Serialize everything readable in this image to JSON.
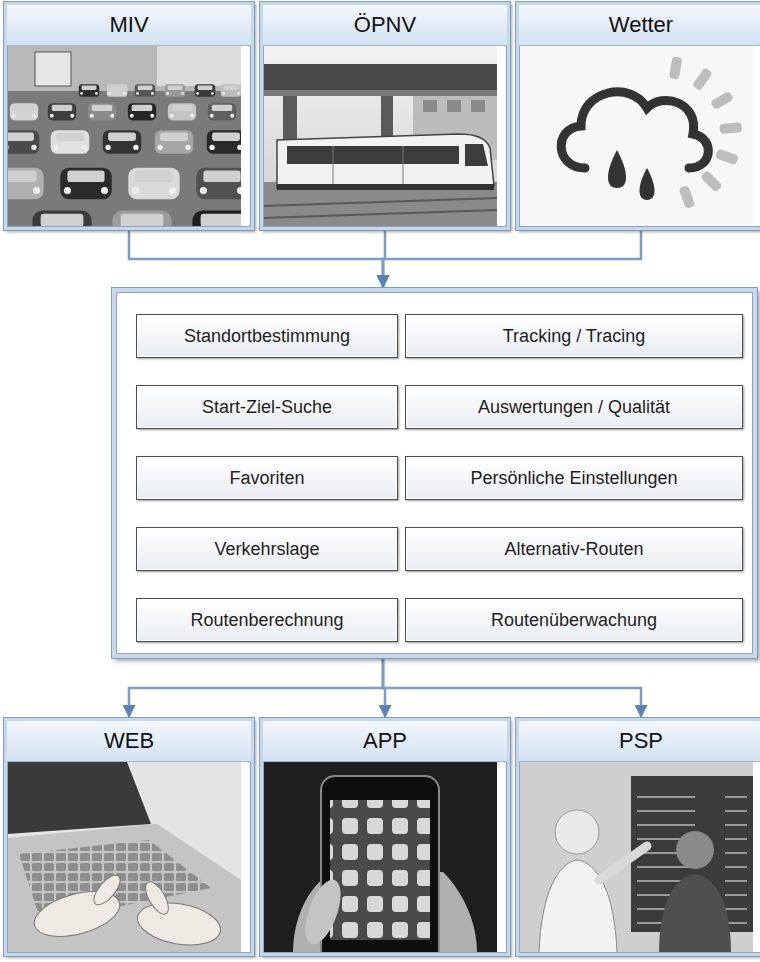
{
  "diagram": {
    "nodes": [
      {
        "text": [
          "MIV"
        ]
      },
      {
        "text": [
          "ÖPNV"
        ]
      },
      {
        "text": [
          "Wetter"
        ]
      },
      {
        "text": []
      },
      {
        "text": [
          "Standortbestimmung"
        ],
        "in": 3
      },
      {
        "text": [
          "Tracking / Tracing"
        ],
        "in": 3
      },
      {
        "text": [
          "Start-Ziel-Suche"
        ],
        "in": 3
      },
      {
        "text": [
          "Auswertungen / Qualität"
        ],
        "in": 3
      },
      {
        "text": [
          "Favoriten"
        ],
        "in": 3
      },
      {
        "text": [
          "Persönliche Einstellungen"
        ],
        "in": 3
      },
      {
        "text": [
          "Verkehrslage"
        ],
        "in": 3
      },
      {
        "text": [
          "Alternativ-Routen"
        ],
        "in": 3
      },
      {
        "text": [
          "Routenberechnung"
        ],
        "in": 3
      },
      {
        "text": [
          "Routenüberwachung"
        ],
        "in": 3
      },
      {
        "text": [
          "WEB"
        ]
      },
      {
        "text": [
          "APP"
        ]
      },
      {
        "text": [
          "PSP"
        ]
      }
    ],
    "edges": [
      {
        "from": 0,
        "to": 3,
        "arrow": "to"
      },
      {
        "from": 1,
        "to": 3,
        "arrow": "to"
      },
      {
        "from": 2,
        "to": 3,
        "arrow": "to"
      },
      {
        "from": 3,
        "to": 14,
        "arrow": "to"
      },
      {
        "from": 3,
        "to": 15,
        "arrow": "to"
      },
      {
        "from": 3,
        "to": 16,
        "arrow": "to"
      }
    ]
  }
}
